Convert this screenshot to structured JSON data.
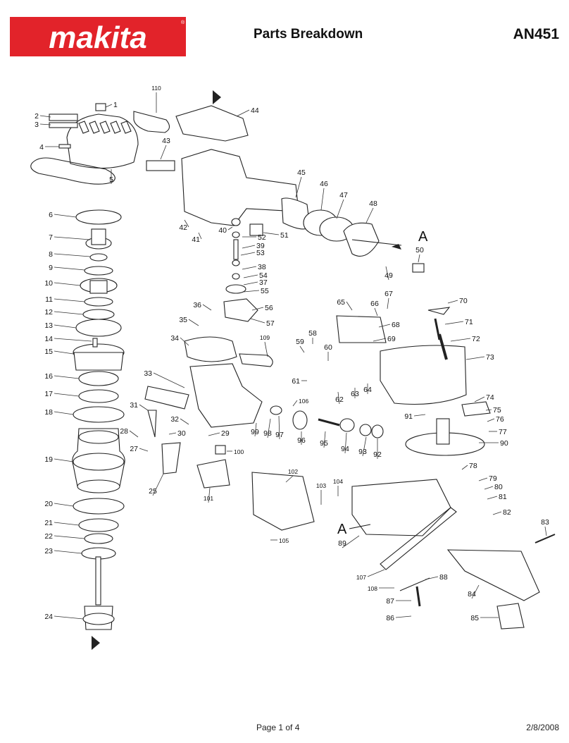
{
  "header": {
    "brand": "makita",
    "title": "Parts Breakdown",
    "model": "AN451",
    "brand_color": "#e2232a"
  },
  "footer": {
    "page": "Page 1 of 4",
    "date": "2/8/2008"
  },
  "diagram": {
    "callout_letter": "A",
    "part_numbers": [
      "1",
      "2",
      "3",
      "4",
      "5",
      "6",
      "7",
      "8",
      "9",
      "10",
      "11",
      "12",
      "13",
      "14",
      "15",
      "16",
      "17",
      "18",
      "19",
      "20",
      "21",
      "22",
      "23",
      "24",
      "25",
      "27",
      "28",
      "29",
      "30",
      "31",
      "32",
      "33",
      "34",
      "35",
      "36",
      "37",
      "38",
      "39",
      "40",
      "41",
      "42",
      "43",
      "44",
      "45",
      "46",
      "47",
      "48",
      "49",
      "50",
      "51",
      "52",
      "53",
      "54",
      "55",
      "56",
      "57",
      "58",
      "59",
      "60",
      "61",
      "62",
      "63",
      "64",
      "65",
      "66",
      "67",
      "68",
      "69",
      "70",
      "71",
      "72",
      "73",
      "74",
      "75",
      "76",
      "77",
      "78",
      "79",
      "80",
      "81",
      "82",
      "83",
      "84",
      "85",
      "86",
      "87",
      "88",
      "89",
      "90",
      "91",
      "92",
      "93",
      "94",
      "95",
      "96",
      "97",
      "98",
      "99",
      "100",
      "101",
      "102",
      "103",
      "104",
      "105",
      "106",
      "107",
      "108",
      "109",
      "110"
    ]
  }
}
